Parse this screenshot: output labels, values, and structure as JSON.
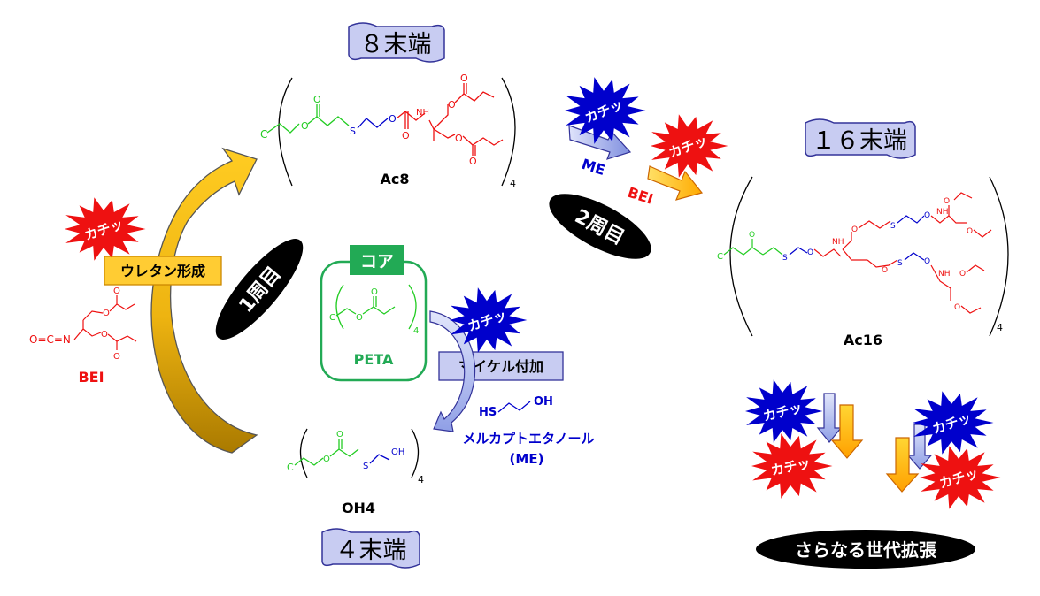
{
  "banners": {
    "ac8_ends": "８末端",
    "ac16_ends": "１６末端",
    "oh4_ends": "４末端"
  },
  "molecules": {
    "ac8": "Ac8",
    "ac16": "Ac16",
    "oh4": "OH4",
    "peta": "PETA",
    "bei": "BEI",
    "subscript_4": "4"
  },
  "core_label": "コア",
  "reagents": {
    "me_name": "メルカプトエタノール",
    "me_abbr": "(ME)",
    "me_hs": "HS",
    "me_oh": "OH"
  },
  "reactions": {
    "urethane": "ウレタン形成",
    "michael": "マイケル付加"
  },
  "cycles": {
    "first": "1周目",
    "second": "2周目",
    "further": "さらなる世代拡張"
  },
  "badge": "カチッ",
  "arrow_labels": {
    "me": "ME",
    "bei": "BEI"
  },
  "atoms": {
    "C": "C",
    "O": "O",
    "S": "S",
    "N": "N",
    "NH": "NH",
    "OH": "OH",
    "H": "H",
    "bei_nco": "O=C=N"
  },
  "colors": {
    "green": "#22cc22",
    "blue": "#0000cc",
    "red": "#ee1111",
    "banner_fill": "#c8ccf2",
    "orange_fill": "#ffcc33",
    "core_green": "#22aa55",
    "ribbon_border": "#333399"
  }
}
